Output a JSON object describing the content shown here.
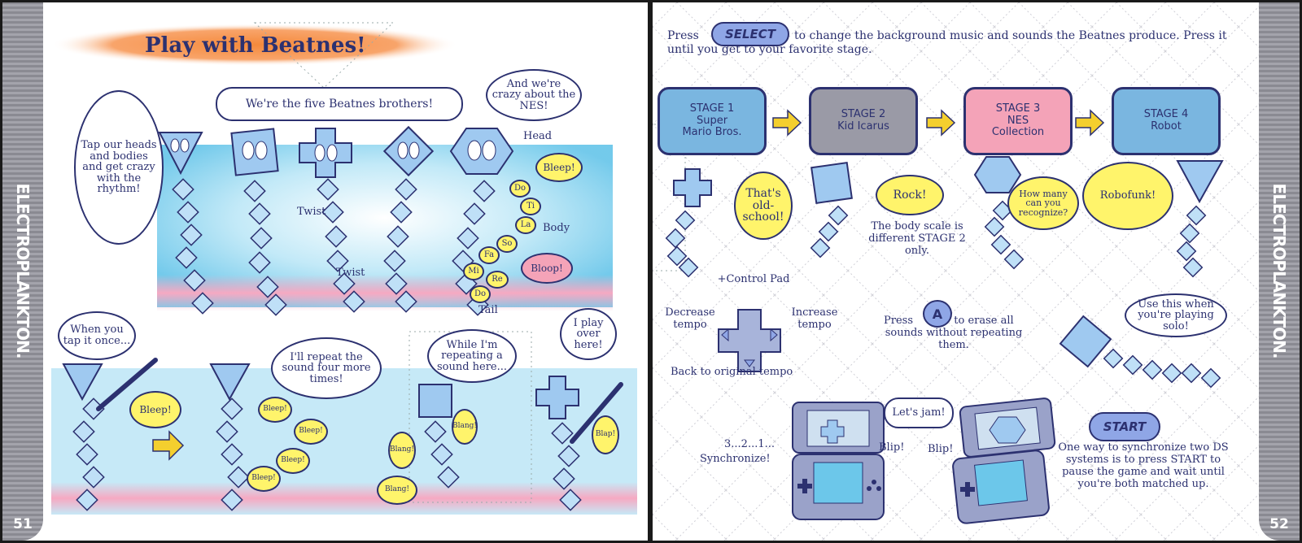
{
  "left_page": {
    "side_label": "ELECTROPLANKTON.",
    "page_number": "51",
    "title": "Play with Beatnes!",
    "bubble_tap": "Tap our heads and bodies and get crazy with the rhythm!",
    "bubble_five": "We're the five Beatnes brothers!",
    "bubble_nes": "And we're crazy about the NES!",
    "label_head": "Head",
    "label_body": "Body",
    "label_tail": "Tail",
    "label_twist1": "Twist",
    "label_twist2": "Twist",
    "bleep_top": "Bleep!",
    "bloop": "Bloop!",
    "notes": [
      "Do",
      "Ti",
      "La",
      "So",
      "Fa",
      "Mi",
      "Re",
      "Do"
    ],
    "bubble_when": "When you tap it once...",
    "bleep_single": "Bleep!",
    "bubble_repeat": "I'll repeat the sound four more times!",
    "bleeps_repeat": [
      "Bleep!",
      "Bleep!",
      "Bleep!",
      "Bleep!"
    ],
    "bubble_while": "While I'm repeating a sound here...",
    "bubble_play": "I play over here!",
    "blang": [
      "Blang!",
      "Blang!",
      "Blang!",
      "Blap!"
    ]
  },
  "right_page": {
    "side_label": "ELECTROPLANKTON.",
    "page_number": "52",
    "intro_press": "Press",
    "select_button": "SELECT",
    "intro_rest": "to change the background music and sounds the Beatnes produce. Press it until you get to your favorite stage.",
    "stages": [
      {
        "title": "STAGE 1",
        "lines": [
          "Super",
          "Mario Bros."
        ],
        "color": "#7ab6e0"
      },
      {
        "title": "STAGE 2",
        "lines": [
          "Kid Icarus"
        ],
        "color": "#9a9aa6"
      },
      {
        "title": "STAGE 3",
        "lines": [
          "NES",
          "Collection"
        ],
        "color": "#f4a3b8"
      },
      {
        "title": "STAGE 4",
        "lines": [
          "Robot"
        ],
        "color": "#7ab6e0"
      }
    ],
    "bubble_oldschool": "That's old-school!",
    "bubble_rock": "Rock!",
    "body_scale_note": "The body scale is different STAGE 2 only.",
    "bubble_recognize": "How many can you recognize?",
    "bubble_robofunk": "Robofunk!",
    "control_pad": "+Control Pad",
    "decrease_tempo": "Decrease tempo",
    "increase_tempo": "Increase tempo",
    "back_tempo": "Back to original tempo",
    "press_a_pre": "Press",
    "a_button": "A",
    "press_a_post": "to erase all sounds without repeating them.",
    "bubble_solo": "Use this when you're playing solo!",
    "bubble_jam": "Let's jam!",
    "blip1": "Blip!",
    "blip2": "Blip!",
    "countdown": "3...2...1...",
    "synchronize": "Synchronize!",
    "start_button": "START",
    "sync_note": "One way to synchronize two DS systems is to press START to pause the game and wait until you're both matched up."
  },
  "colors": {
    "ink": "#2c3170",
    "sky_blue": "#6cc7ea",
    "pink_band": "#f6a9c2",
    "yellow": "#fff46b",
    "orange_title": "#f58a3c",
    "side_bar": "#8a8a92"
  }
}
